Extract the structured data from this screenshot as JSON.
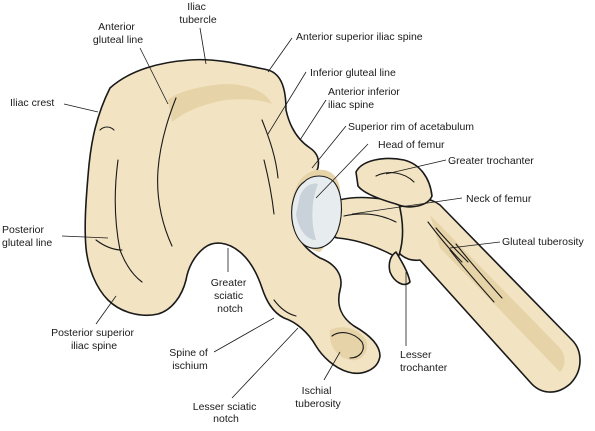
{
  "labels": {
    "iliac_tubercle": [
      "Iliac",
      "tubercle"
    ],
    "anterior_gluteal_line": [
      "Anterior",
      "gluteal line"
    ],
    "anterior_superior_iliac_spine": [
      "Anterior superior iliac spine"
    ],
    "inferior_gluteal_line": [
      "Inferior gluteal line"
    ],
    "anterior_inferior_iliac_spine": [
      "Anterior inferior",
      "iliac spine"
    ],
    "iliac_crest": [
      "Iliac crest"
    ],
    "superior_rim_of_acetabulum": [
      "Superior rim of acetabulum"
    ],
    "head_of_femur": [
      "Head of femur"
    ],
    "greater_trochanter": [
      "Greater trochanter"
    ],
    "neck_of_femur": [
      "Neck of femur"
    ],
    "posterior_gluteal_line": [
      "Posterior",
      "gluteal line"
    ],
    "gluteal_tuberosity": [
      "Gluteal tuberosity"
    ],
    "greater_sciatic_notch": [
      "Greater",
      "sciatic",
      "notch"
    ],
    "posterior_superior_iliac_spine": [
      "Posterior superior",
      "iliac spine"
    ],
    "spine_of_ischium": [
      "Spine of",
      "ischium"
    ],
    "lesser_trochanter": [
      "Lesser",
      "trochanter"
    ],
    "ischial_tuberosity": [
      "Ischial",
      "tuberosity"
    ],
    "lesser_sciatic_notch": [
      "Lesser sciatic",
      "notch"
    ]
  }
}
